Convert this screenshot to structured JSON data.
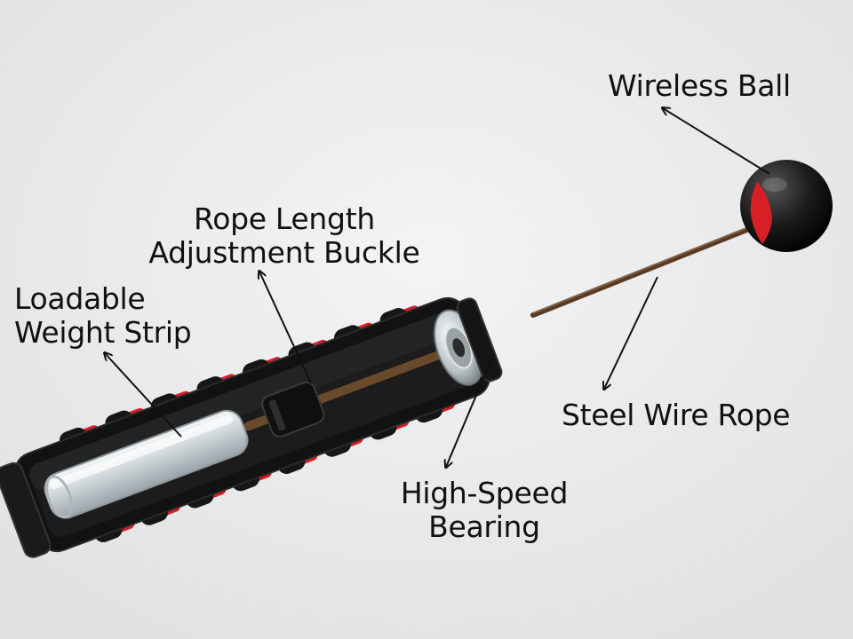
{
  "labels": {
    "wireless_ball": "Wireless Ball",
    "rope_length": [
      "Rope Length",
      "Adjustment Buckle"
    ],
    "weight_strip": [
      "Loadable",
      "Weight Strip"
    ],
    "steel_wire": "Steel Wire Rope",
    "bearing": [
      "High-Speed",
      "Bearing"
    ]
  },
  "colors": {
    "background": "#e9eaeb",
    "handle": "#141414",
    "accent_red": "#d81f26",
    "wire": "#5a3a22",
    "text": "#111111"
  }
}
